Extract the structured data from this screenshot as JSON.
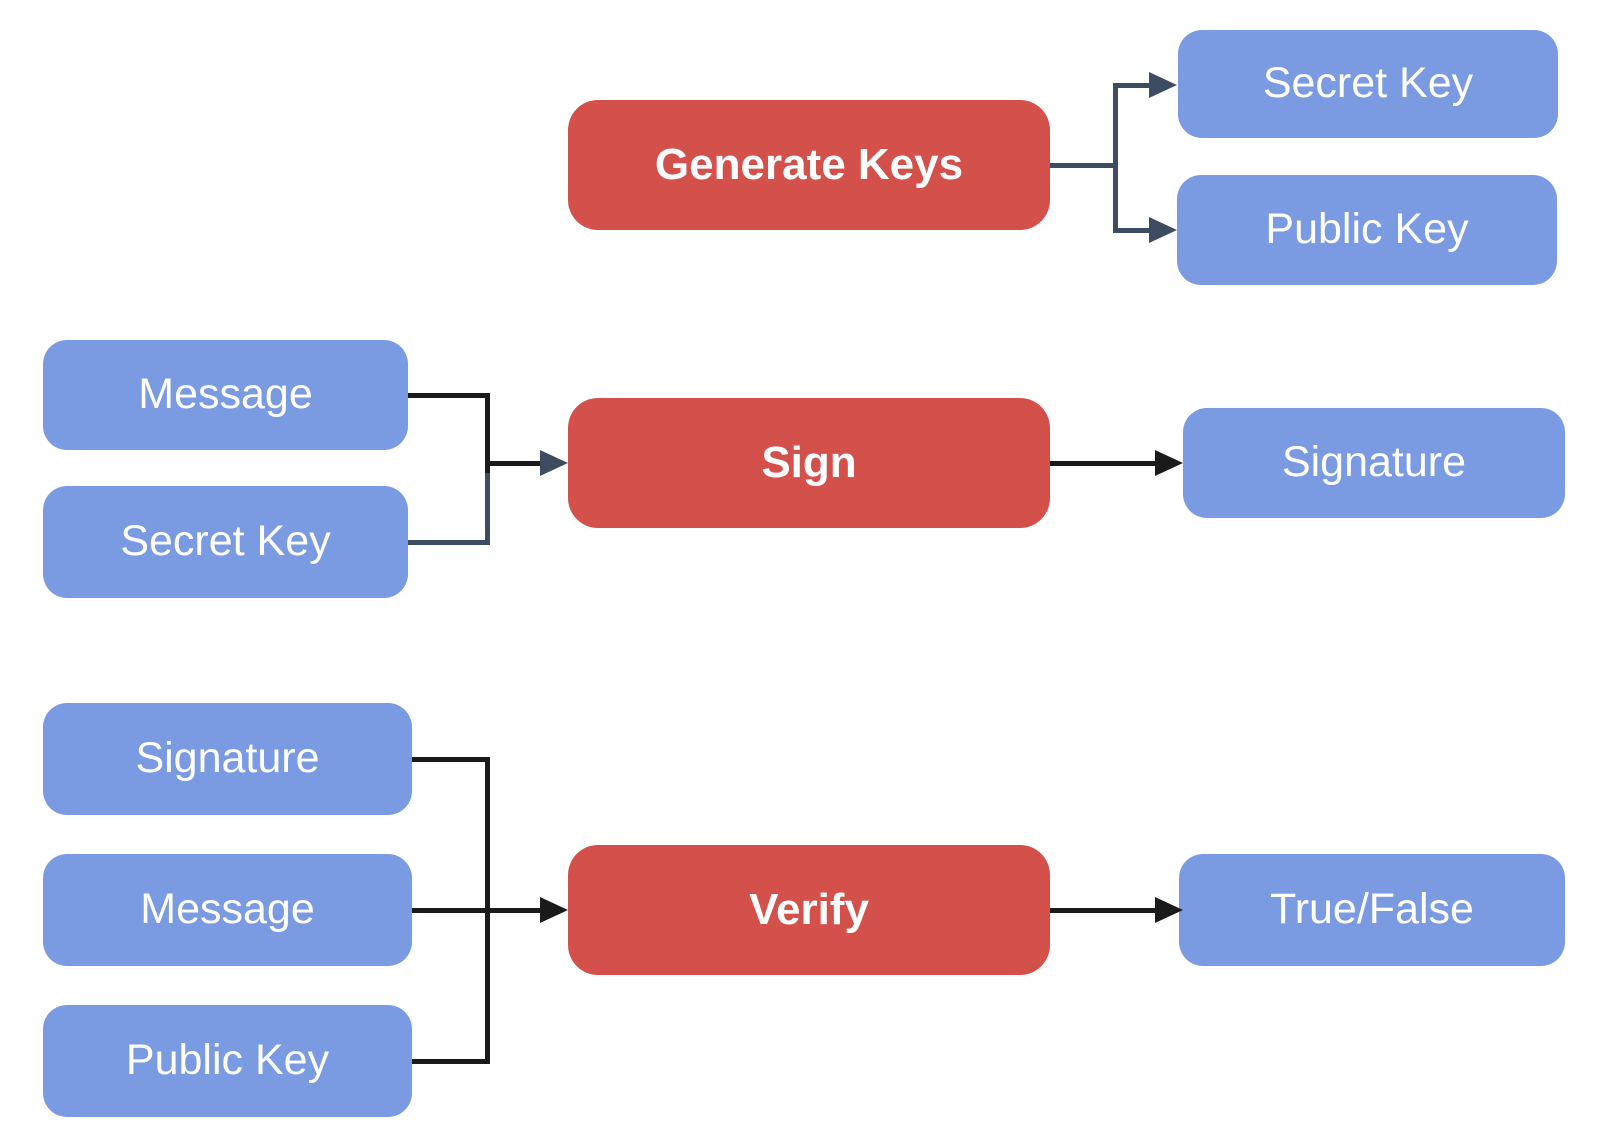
{
  "diagram": {
    "description": "Digital signature scheme flow diagram",
    "colors": {
      "process_box": "#D4504B",
      "data_box": "#7A9AE2",
      "connector_slate": "#3E4C61",
      "connector_black": "#1A1A1A",
      "label_text": "#FFFFFF",
      "background": "#FFFFFF"
    },
    "nodes": {
      "generate_keys": "Generate Keys",
      "secret_key_out": "Secret Key",
      "public_key_out": "Public Key",
      "message_sign": "Message",
      "secret_key_in": "Secret Key",
      "sign": "Sign",
      "signature_out": "Signature",
      "signature_in": "Signature",
      "message_verify": "Message",
      "public_key_in": "Public Key",
      "verify": "Verify",
      "true_false": "True/False"
    },
    "edges": [
      {
        "from": "generate_keys",
        "to": "secret_key_out"
      },
      {
        "from": "generate_keys",
        "to": "public_key_out"
      },
      {
        "from": "message_sign",
        "to": "sign"
      },
      {
        "from": "secret_key_in",
        "to": "sign"
      },
      {
        "from": "sign",
        "to": "signature_out"
      },
      {
        "from": "signature_in",
        "to": "verify"
      },
      {
        "from": "message_verify",
        "to": "verify"
      },
      {
        "from": "public_key_in",
        "to": "verify"
      },
      {
        "from": "verify",
        "to": "true_false"
      }
    ]
  }
}
